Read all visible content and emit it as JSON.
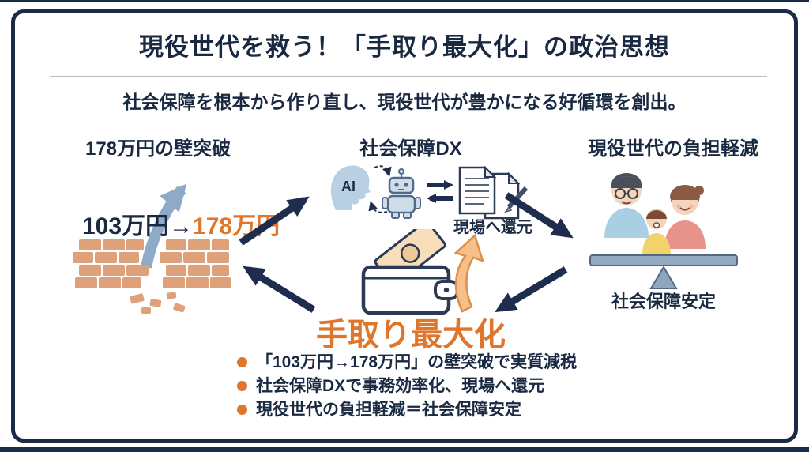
{
  "slide": {
    "title": "現役世代を救う！「手取り最大化」の政治思想",
    "subtitle": "社会保障を根本から作り直し、現役世代が豊かになる好循環を創出。"
  },
  "columns": {
    "wall": {
      "heading": "178万円の壁突破",
      "from_label": "103万円→",
      "to_label": "178万円"
    },
    "dx": {
      "heading": "社会保障DX",
      "ai_label": "AI",
      "caption": "現場へ還元"
    },
    "family": {
      "heading": "現役世代の負担軽減",
      "caption": "社会保障安定"
    }
  },
  "goal": {
    "label": "手取り最大化"
  },
  "bullets": [
    "「103万円→178万円」の壁突破で実質減税",
    "社会保障DXで事務効率化、現場へ還元",
    "現役世代の負担軽減＝社会保障安定"
  ],
  "colors": {
    "navy": "#1b2a47",
    "orange": "#e0752c",
    "steel_blue": "#8fa9c9",
    "brick": "#dfa17a"
  }
}
